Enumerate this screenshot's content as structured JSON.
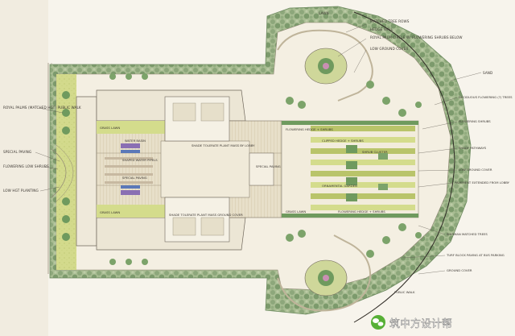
{
  "left_labels": [
    "ROYAL PALMS (MATCHED HGT) PUBLIC WALK",
    "SPECIAL PAVING",
    "FLOWERING LOW SHRUBS",
    "LOW HGT PLANTING"
  ],
  "right_labels": [
    "LAWN",
    "MATCHED TREE ROWS",
    "HEDGE WALL",
    "ROYAL PALM CIRCLE W/ FLOWERING SHRUBS BELOW",
    "LOW GROUND COVER",
    "SAND",
    "DECIDUOUS FLOWERING (?) TREES",
    "FLOWERING SHRUBS",
    "SHADY PATHWAYS",
    "LOW GROUND COVER",
    "PAVEMENT EXTENDED FROM LOBBY",
    "SHIRMAN MATCHED TREES",
    "TURF BLOCK PAVING AT BUS PARKING",
    "GROUND COVER",
    "PUBLIC WALK"
  ],
  "center_labels": {
    "grass_lawn_top": "GRASS LAWN",
    "water_basin": "WATER BASIN",
    "shaped_water": "SHAPED WATER PIPELS",
    "special_paving": "SPECIAL PAVING",
    "shade_tolerate_top": "SHADE TOLERATE PLANT MASS BY LOBBY",
    "shade_tolerate_bottom": "SHADE TOLERATE PLANT MASS GROUND COVER",
    "special_paving_2": "SPECIAL PAVING",
    "grass_lawn_bottom": "GRASS LAWN",
    "flowering_hedge": "FLOWERING HEDGE + SHRUBS",
    "clipped_hedge": "CLIPPED HEDGE + SHRUBS",
    "shrub_cluster": "SHRUB CLUSTER",
    "ornamental_garden": "ORNAMENTAL GARDEN",
    "grass_lawn_mid": "GRASS LAWN",
    "flowering_hedge_2": "FLOWERING HEDGE + SHRUBS"
  },
  "watermark": {
    "text": "筑中方设计帮"
  },
  "colors": {
    "paper": "#f7f4ec",
    "tree_green": "#8fa880",
    "grass": "#d6dc8e",
    "grass_dark": "#b9c46a",
    "pavement": "#e9e3d3",
    "purple": "#8a6fb3",
    "blue": "#5b78b8",
    "road": "#f3eee2"
  }
}
